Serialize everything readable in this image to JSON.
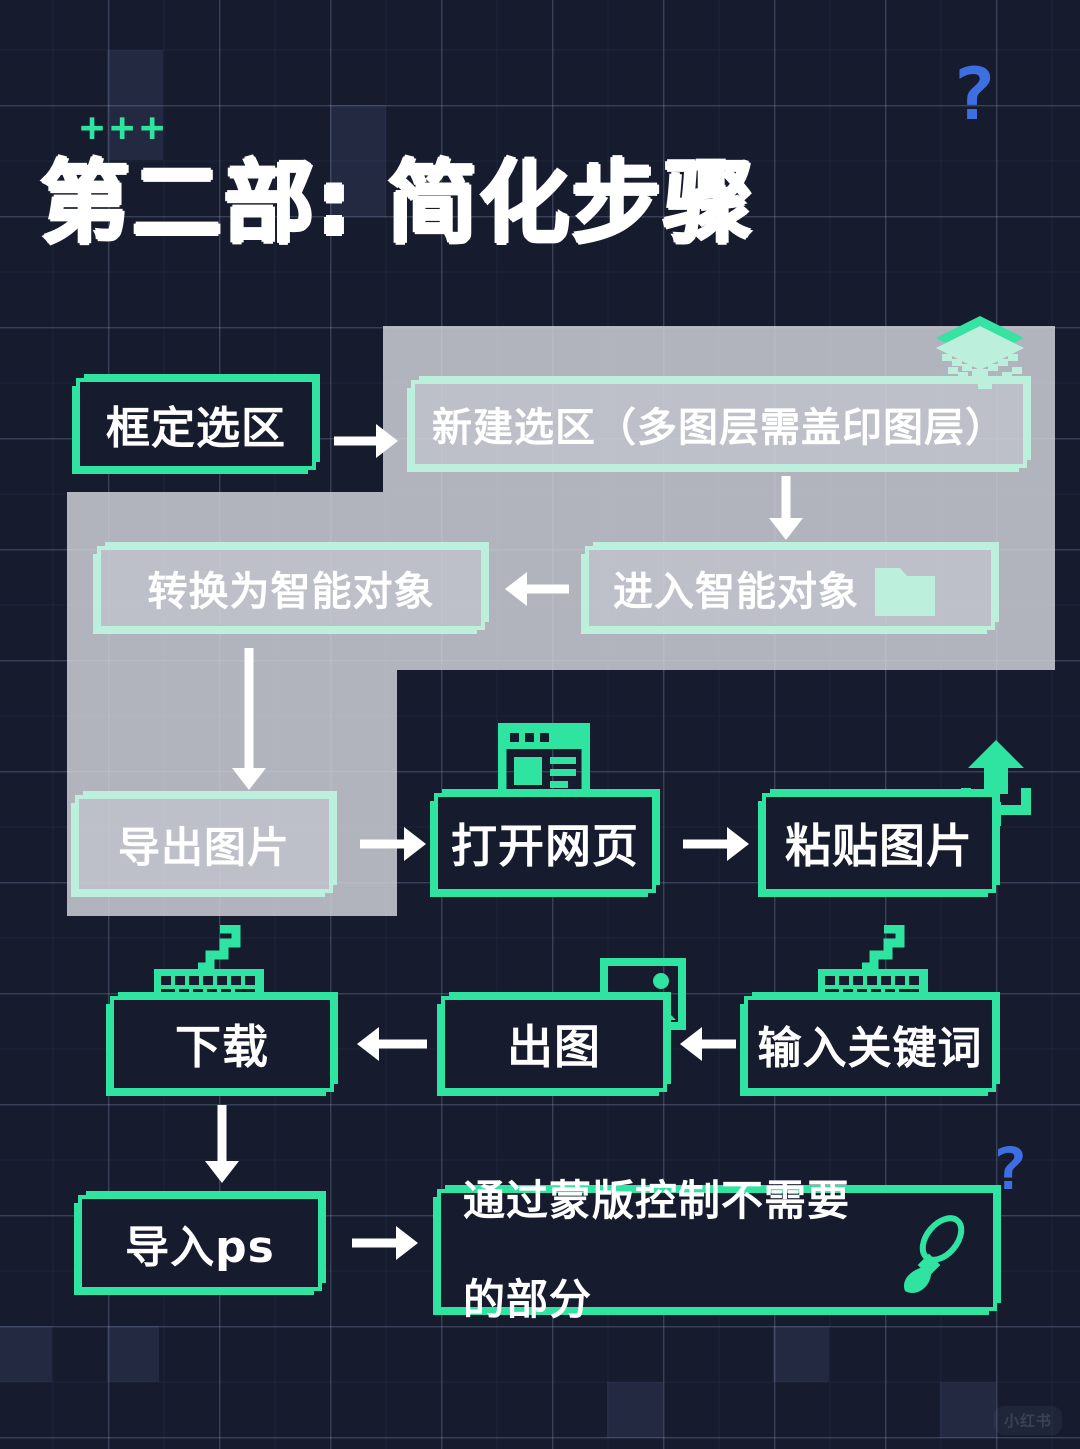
{
  "title": "第二部: 简化步骤",
  "decor": {
    "plus_marks": "+++",
    "question_mark_top": "?",
    "question_mark_bottom": "?",
    "watermark": "小红书"
  },
  "colors": {
    "background": "#161b2e",
    "accent_green": "#2fe3a0",
    "pale_green": "#bdf0dc",
    "gray_panel": "#d8dae1",
    "blue": "#3d6fe3",
    "text": "#ffffff"
  },
  "flow": {
    "rows": [
      {
        "id": "row1",
        "nodes": [
          {
            "id": "n1",
            "label": "框定选区",
            "style": "dark",
            "icon": null
          },
          {
            "id": "n2",
            "label": "新建选区（多图层需盖印图层）",
            "style": "light",
            "icon": "layers-icon"
          }
        ],
        "connector": "arrow-right"
      },
      {
        "id": "row2",
        "nodes": [
          {
            "id": "n3",
            "label": "转换为智能对象",
            "style": "light",
            "icon": null
          },
          {
            "id": "n4",
            "label": "进入智能对象",
            "style": "light",
            "icon": "folder-icon"
          }
        ],
        "connector": "arrow-left"
      },
      {
        "id": "row3",
        "nodes": [
          {
            "id": "n5",
            "label": "导出图片",
            "style": "light",
            "icon": null
          },
          {
            "id": "n6",
            "label": "打开网页",
            "style": "dark",
            "icon": "browser-icon"
          },
          {
            "id": "n7",
            "label": "粘贴图片",
            "style": "dark",
            "icon": "upload-icon"
          }
        ],
        "connector": "arrow-right"
      },
      {
        "id": "row4",
        "nodes": [
          {
            "id": "n8",
            "label": "下载",
            "style": "dark",
            "icon": "keyboard-icon"
          },
          {
            "id": "n9",
            "label": "出图",
            "style": "dark",
            "icon": "image-icon"
          },
          {
            "id": "n10",
            "label": "输入关键词",
            "style": "dark",
            "icon": "keyboard-icon"
          }
        ],
        "connector": "arrow-left"
      },
      {
        "id": "row5",
        "nodes": [
          {
            "id": "n11",
            "label": "导入ps",
            "style": "dark",
            "icon": null
          },
          {
            "id": "n12",
            "label": "通过蒙版控制不需要的部分",
            "label_line1": "通过蒙版控制不需要",
            "label_line2": "的部分",
            "style": "dark",
            "icon": "brush-icon"
          }
        ],
        "connector": "arrow-right"
      }
    ],
    "vertical_connectors": [
      {
        "from": "n2",
        "to": "n4"
      },
      {
        "from": "n3",
        "to": "n5"
      },
      {
        "from": "n8",
        "to": "n11"
      }
    ]
  }
}
